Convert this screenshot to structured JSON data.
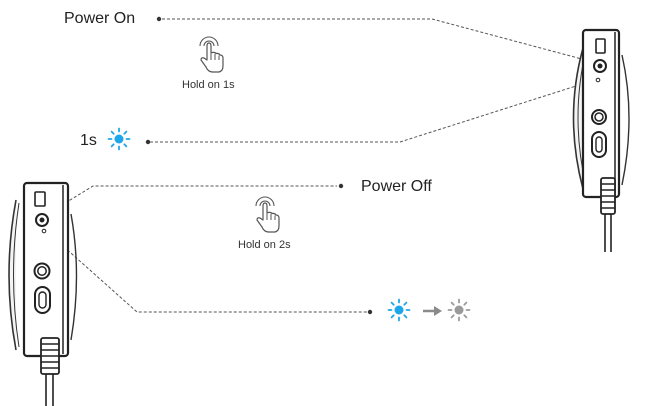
{
  "power_on": {
    "label": "Power On",
    "hold_text": "Hold on 1s",
    "indicator_text": "1s"
  },
  "power_off": {
    "label": "Power Off",
    "hold_text": "Hold on 2s"
  },
  "indicator": {
    "on_color": "#1ea7e8",
    "off_color": "#9a9a9a",
    "arrow_color": "#8a8a8a"
  },
  "icons": [
    "touch-hand-icon",
    "blue-led-icon",
    "gray-led-icon",
    "arrow-right-icon"
  ]
}
